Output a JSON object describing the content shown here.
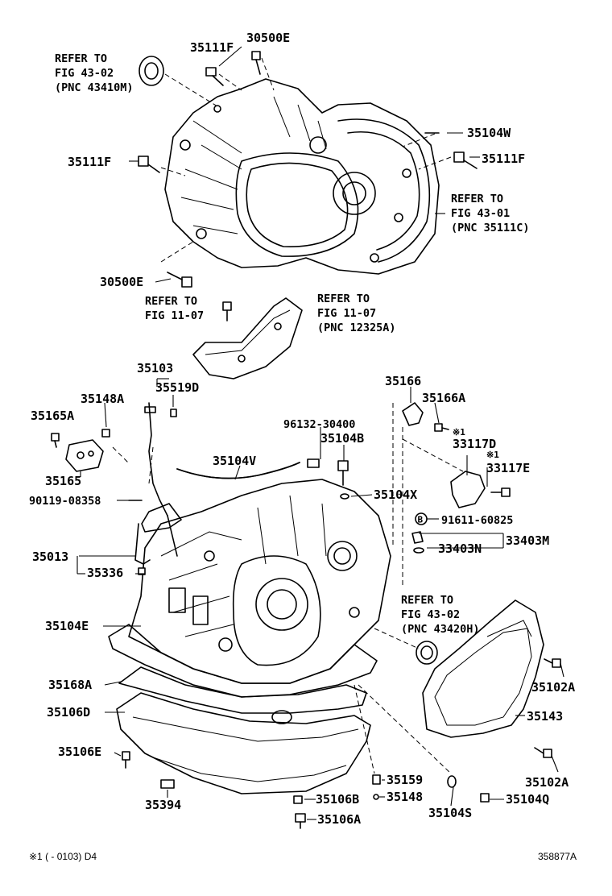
{
  "labels": {
    "p30500E_top": "30500E",
    "p35111F_top": "35111F",
    "p35104W": "35104W",
    "p35111F_left": "35111F",
    "p35111F_right": "35111F",
    "p30500E_bottom": "30500E",
    "p35103": "35103",
    "p35519D": "35519D",
    "p35148A": "35148A",
    "p35165A": "35165A",
    "p35165": "35165",
    "p90119": "90119-08358",
    "p96132": "96132-30400",
    "p35104B": "35104B",
    "p35104V": "35104V",
    "p35104X": "35104X",
    "p35166": "35166",
    "p35166A": "35166A",
    "p33117D": "33117D",
    "p33117E": "33117E",
    "p91611": "91611-60825",
    "p91611_mark": "B",
    "p33403M": "33403M",
    "p33403N": "33403N",
    "p35013": "35013",
    "p35336": "35336",
    "p35104E": "35104E",
    "p35168A": "35168A",
    "p35106D": "35106D",
    "p35106E": "35106E",
    "p35394": "35394",
    "p35159": "35159",
    "p35148": "35148",
    "p35106B": "35106B",
    "p35106A": "35106A",
    "p35104S": "35104S",
    "p35104Q": "35104Q",
    "p35102A_top": "35102A",
    "p35102A_bottom": "35102A",
    "p35143": "35143",
    "star_1": "※1",
    "star_2": "※1"
  },
  "refs": {
    "r1": [
      "REFER TO",
      "FIG 43-02",
      "(PNC 43410M)"
    ],
    "r2": [
      "REFER TO",
      "FIG 43-01",
      "(PNC 35111C)"
    ],
    "r3": [
      "REFER TO",
      "FIG 11-07"
    ],
    "r4": [
      "REFER TO",
      "FIG 11-07",
      "(PNC 12325A)"
    ],
    "r5": [
      "REFER TO",
      "FIG 43-02",
      "(PNC 43420H)"
    ]
  },
  "footer": {
    "note": "※1 (      - 0103) D4",
    "code": "358877A"
  }
}
